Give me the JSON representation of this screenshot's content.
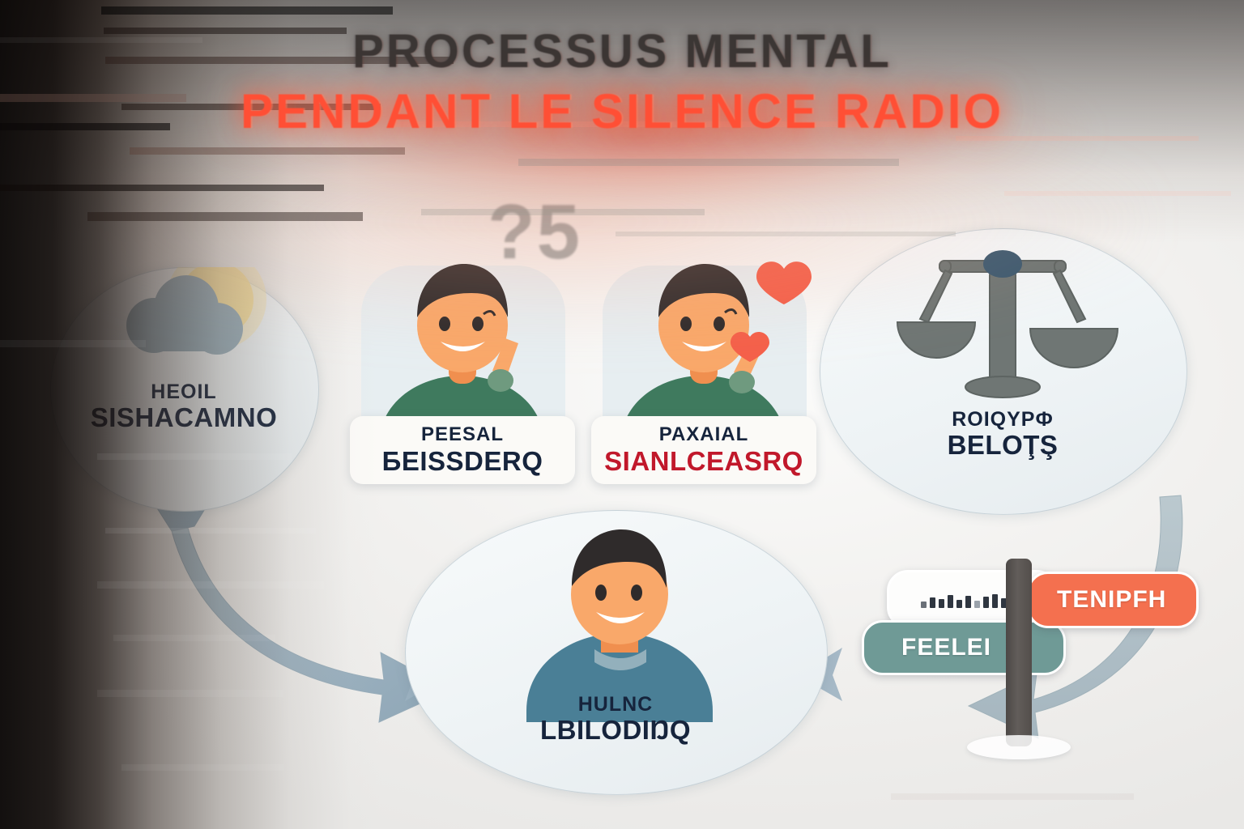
{
  "title": {
    "line1": "PROCESSUS MENTAL",
    "line2": "PENDANT LE SILENCE RADIO",
    "line1_color": "#3b3634",
    "line2_color": "#ff4f35"
  },
  "ghost_number": "?5",
  "nodes": [
    {
      "id": "left-circle",
      "icon": "cloud-sun-icon",
      "line1": "HEOIL",
      "line2": "SISHACAMNO",
      "line2_color": "#16243c"
    },
    {
      "id": "card-two",
      "icon": "person-green-shirt-icon",
      "line1": "PEESAL",
      "line2": "БEISSDERQ",
      "line2_color": "#16243c"
    },
    {
      "id": "card-three",
      "icon": "person-hearts-icon",
      "line1": "PAXAIAL",
      "line2": "SIANLCEASRQ",
      "line2_color": "#c1182b"
    },
    {
      "id": "right-circle",
      "icon": "balance-scale-icon",
      "line1": "ROIQYPФ",
      "line2": "BELOŢŞ",
      "line2_color": "#16243c"
    },
    {
      "id": "bottom-circle",
      "icon": "person-blue-shirt-icon",
      "line1": "HULNC",
      "line2": "LBILODIŊQ",
      "line2_color": "#16243c"
    }
  ],
  "signpost": {
    "white_sign_label": "",
    "teal_sign_label": "FEELEI",
    "teal_color": "#6f9a96",
    "orange_sign_label": "TENIPFH",
    "orange_color": "#f4704f",
    "bar_heights": [
      22,
      30,
      26,
      34,
      24,
      32,
      20,
      30,
      36,
      26,
      34,
      40
    ]
  },
  "arrows": {
    "left_loop": "double-headed-curved-arrow",
    "right_loop": "curved-arrow"
  },
  "palette": {
    "bubble_fill": "#eef3f5",
    "bubble_stroke": "#96aab4",
    "arrow_fill": "#9db3c2",
    "skin": "#f9a86a",
    "hair": "#2f2b2b",
    "green_shirt": "#3f7a5e",
    "blue_shirt": "#4a7f96",
    "heart": "#f4604a",
    "scale_gray": "#6f7674"
  }
}
